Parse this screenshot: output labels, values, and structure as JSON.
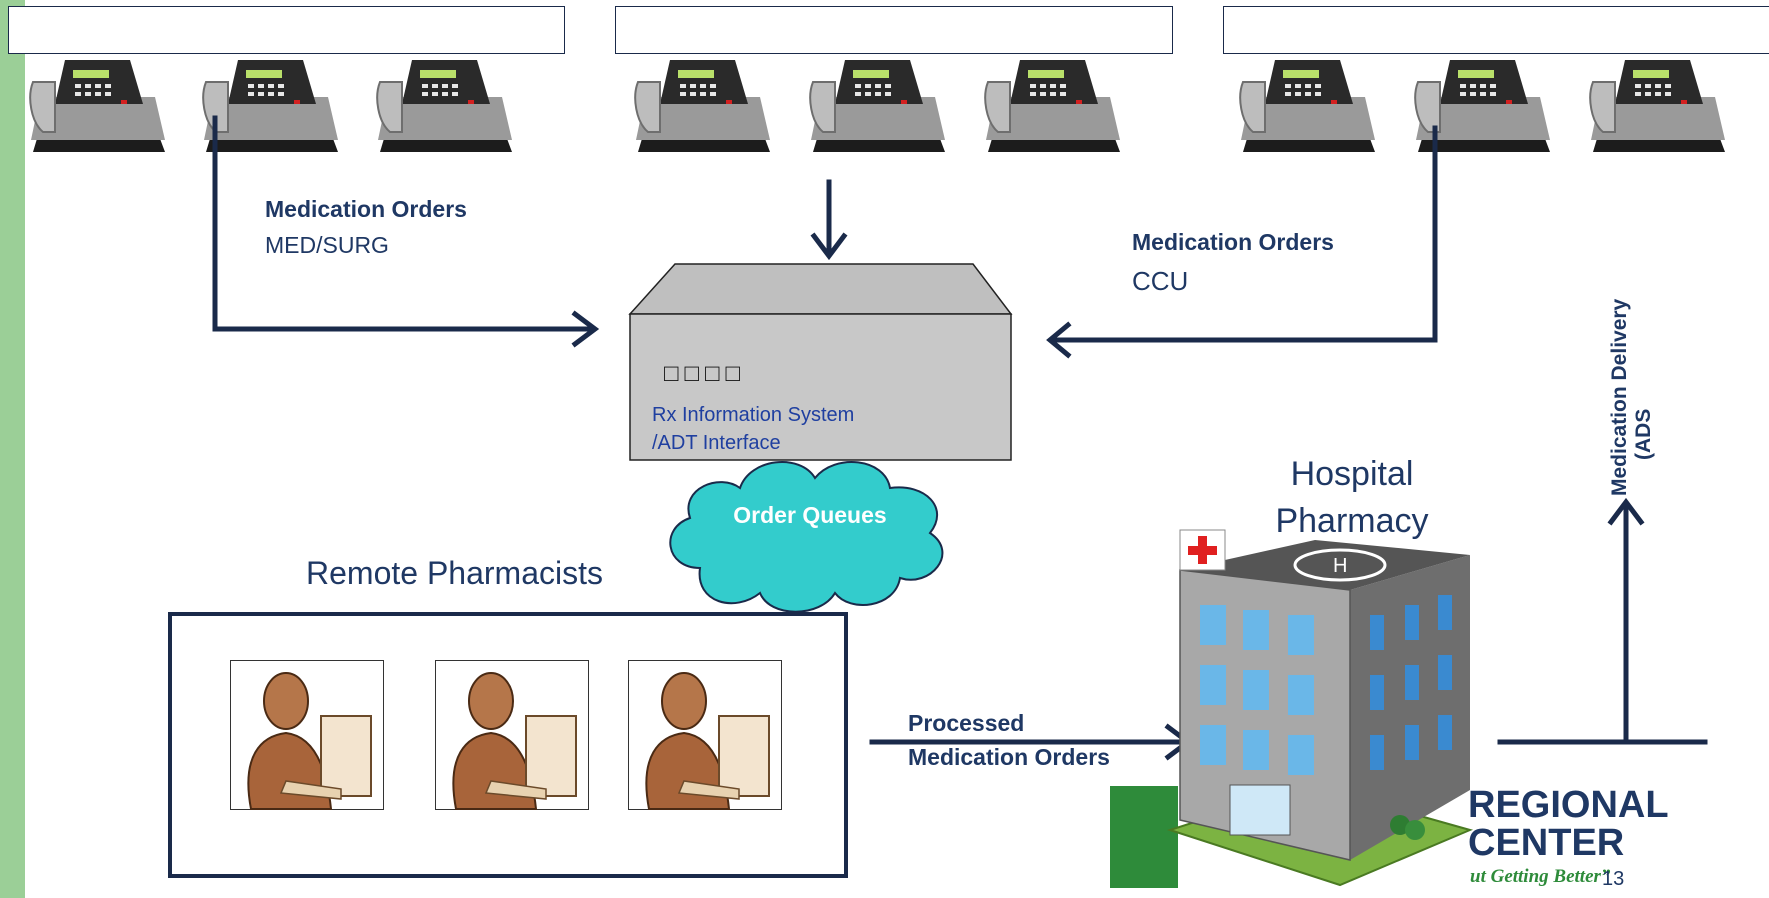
{
  "diagram": {
    "fax_groups": [
      {
        "name": "fax-group-1",
        "fax_count": 3
      },
      {
        "name": "fax-group-2",
        "fax_count": 3
      },
      {
        "name": "fax-group-3",
        "fax_count": 3
      }
    ],
    "labels": {
      "med_surg_bold": "Medication Orders",
      "med_surg_unit": "MED/SURG",
      "ccu_bold": "Medication Orders",
      "ccu_unit": "CCU",
      "server_icons": "□□□□",
      "server_line1": "Rx Information System",
      "server_line2": "/ADT Interface",
      "cloud": "Order Queues",
      "remote_pharmacists": "Remote Pharmacists",
      "hospital_line1": "Hospital",
      "hospital_line2": "Pharmacy",
      "processed_line1": "Processed",
      "processed_line2": "Medication Orders",
      "delivery_line1": "Medication Delivery",
      "delivery_line2": "(ADS",
      "logo_line1": "REGIONAL",
      "logo_line2": "CENTER",
      "logo_tagline": "ut Getting Better”",
      "page_number": "13"
    },
    "colors": {
      "sidebar": "#9bcf97",
      "arrow": "#1a2a4a",
      "text_blue": "#1f3864",
      "cloud": "#33cccc",
      "server": "#c8c8c8",
      "logo_green": "#2e8b3a"
    }
  }
}
